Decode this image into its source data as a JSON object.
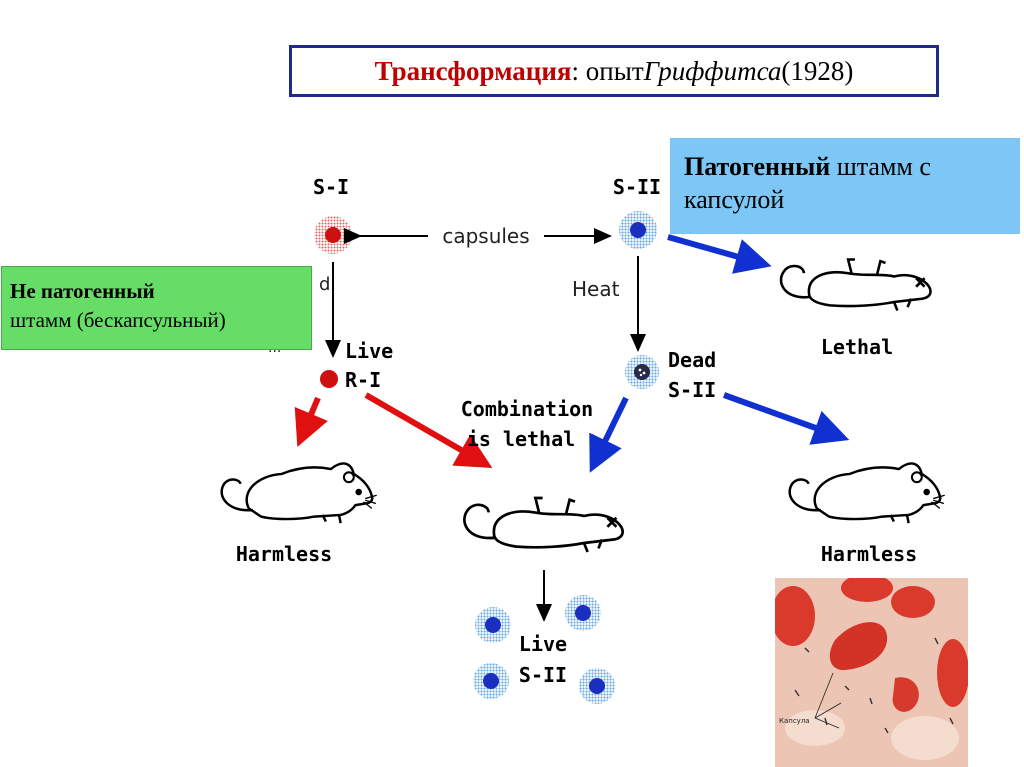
{
  "title": {
    "main": "Трансформация",
    "sep": ": опыт ",
    "author": "Гриффитса",
    "year": " (1928)"
  },
  "pathogenic_box": {
    "bold": "Патогенный",
    "rest_line1": " штамм с",
    "line2": "капсулой"
  },
  "nonpathogenic_box": {
    "line1": "Не патогенный",
    "line2": " штамм (бескапсульный)"
  },
  "diagram": {
    "s1": "S-I",
    "s2": "S-II",
    "capsules": "capsules",
    "heat": "Heat",
    "live": "Live",
    "r1": "R-I",
    "dead": "Dead",
    "dead_s2": "S-II",
    "lethal": "Lethal",
    "harmless_left": "Harmless",
    "harmless_right": "Harmless",
    "combination_1": "Combination",
    "combination_2": "is lethal",
    "live_s2_1": "Live",
    "live_s2_2": "S-II",
    "partial_left_1": "d",
    "partial_left_2": "..."
  },
  "micrograph": {
    "label": "Капсула"
  },
  "colors": {
    "red_arrow": "#e01010",
    "blue_arrow": "#1030d0",
    "title_border": "#1f2a8a",
    "pathogenic_bg": "#7cc7f5",
    "nonpathogenic_bg": "#66dd66",
    "bacterium_red": "#d01010",
    "bacterium_blue": "#1a2fbf",
    "capsule_halo": "#7ab8e8"
  }
}
